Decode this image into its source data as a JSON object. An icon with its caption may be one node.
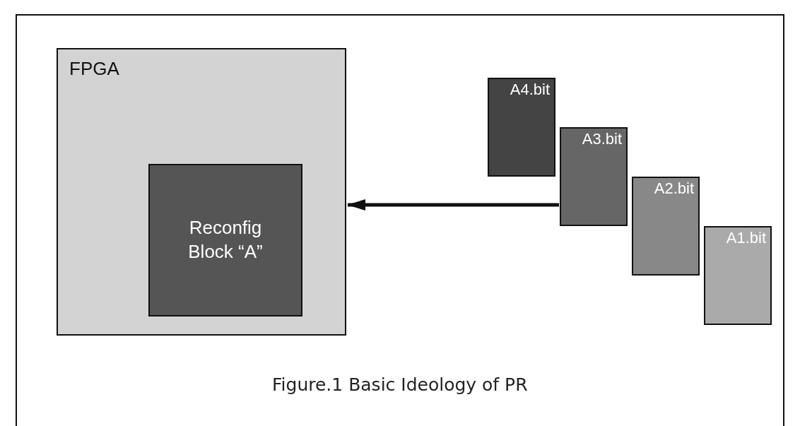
{
  "diagram": {
    "caption": "Figure.1 Basic Ideology of PR",
    "nodes": [
      {
        "text": [
          "FPGA"
        ]
      },
      {
        "text": [
          "Reconfig Block “A”"
        ],
        "in": 0
      },
      {
        "text": [
          "A4.bit"
        ]
      },
      {
        "text": [
          "A3.bit"
        ]
      },
      {
        "text": [
          "A2.bit"
        ]
      },
      {
        "text": [
          "A1.bit"
        ]
      }
    ],
    "edges": [
      {
        "from": 3,
        "to": 0,
        "arrow": "to"
      }
    ]
  }
}
